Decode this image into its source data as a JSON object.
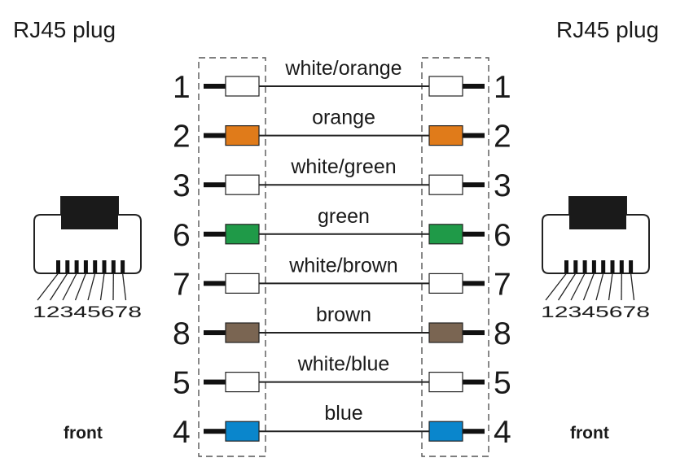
{
  "left_plug": {
    "title": "RJ45 plug",
    "front_label": "front",
    "pin_digits": "12345678"
  },
  "right_plug": {
    "title": "RJ45 plug",
    "front_label": "front",
    "pin_digits": "12345678"
  },
  "wires": [
    {
      "pin": "1",
      "label": "white/orange",
      "color": "#ffffff"
    },
    {
      "pin": "2",
      "label": "orange",
      "color": "#e07b1a"
    },
    {
      "pin": "3",
      "label": "white/green",
      "color": "#ffffff"
    },
    {
      "pin": "6",
      "label": "green",
      "color": "#1f9a48"
    },
    {
      "pin": "7",
      "label": "white/brown",
      "color": "#ffffff"
    },
    {
      "pin": "8",
      "label": "brown",
      "color": "#7a6552"
    },
    {
      "pin": "5",
      "label": "white/blue",
      "color": "#ffffff"
    },
    {
      "pin": "4",
      "label": "blue",
      "color": "#0a86cc"
    }
  ]
}
